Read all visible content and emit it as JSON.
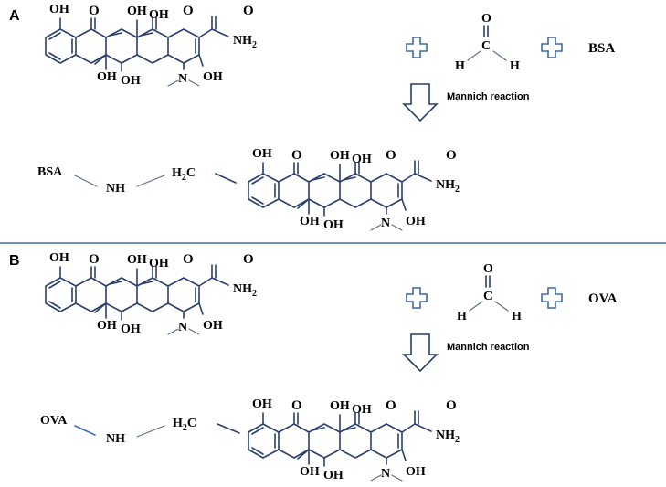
{
  "panels": [
    {
      "label": "A",
      "carrier": "BSA",
      "reaction_label": "Mannich reaction",
      "amide_group": "NH2",
      "dimethylamino": "N",
      "hydroxyl": "OH",
      "carbonyl_o": "O",
      "formaldehyde": {
        "o": "O",
        "c": "C",
        "h_left": "H",
        "h_right": "H"
      },
      "linker": {
        "nh": "NH",
        "ch2": "H2C"
      }
    },
    {
      "label": "B",
      "carrier": "OVA",
      "reaction_label": "Mannich reaction",
      "amide_group": "NH2",
      "dimethylamino": "N",
      "hydroxyl": "OH",
      "carbonyl_o": "O",
      "formaldehyde": {
        "o": "O",
        "c": "C",
        "h_left": "H",
        "h_right": "H"
      },
      "linker": {
        "nh": "NH",
        "ch2": "H2C"
      }
    }
  ],
  "colors": {
    "bond": "#2a3f6b",
    "plus": "#3f6aa6",
    "divider": "#3b6fb6"
  }
}
